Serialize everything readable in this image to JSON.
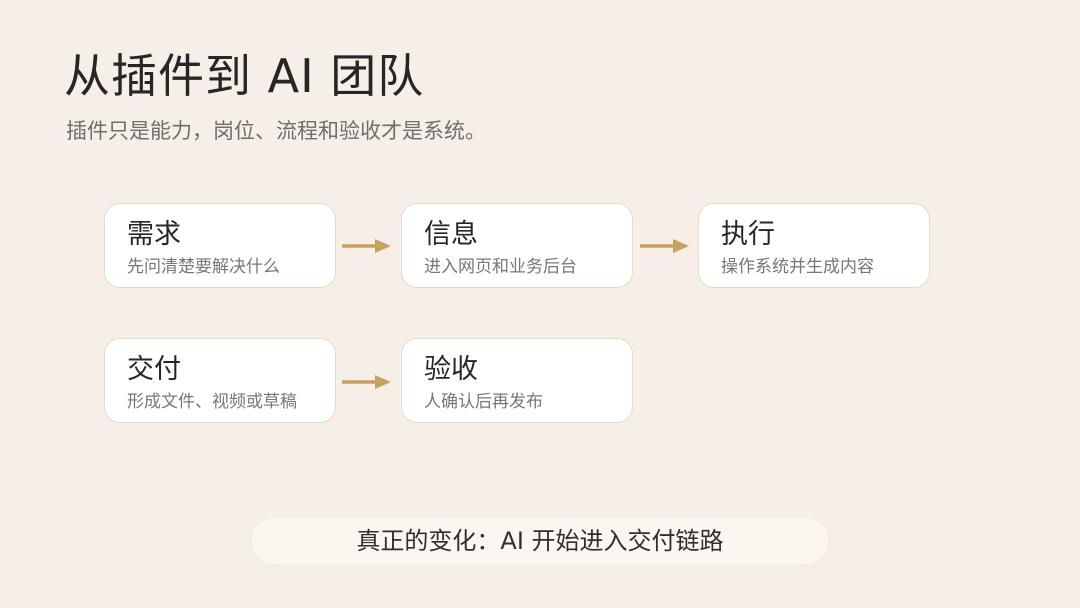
{
  "slide": {
    "title": "从插件到 AI 团队",
    "subtitle": "插件只是能力，岗位、流程和验收才是系统。"
  },
  "colors": {
    "background": "#f5efe7",
    "card_border": "#e6dac9",
    "arrow": "#c9a15f"
  },
  "steps": [
    {
      "title": "需求",
      "desc": "先问清楚要解决什么"
    },
    {
      "title": "信息",
      "desc": "进入网页和业务后台"
    },
    {
      "title": "执行",
      "desc": "操作系统并生成内容"
    },
    {
      "title": "交付",
      "desc": "形成文件、视频或草稿"
    },
    {
      "title": "验收",
      "desc": "人确认后再发布"
    }
  ],
  "footer": {
    "text": "真正的变化：AI 开始进入交付链路"
  }
}
